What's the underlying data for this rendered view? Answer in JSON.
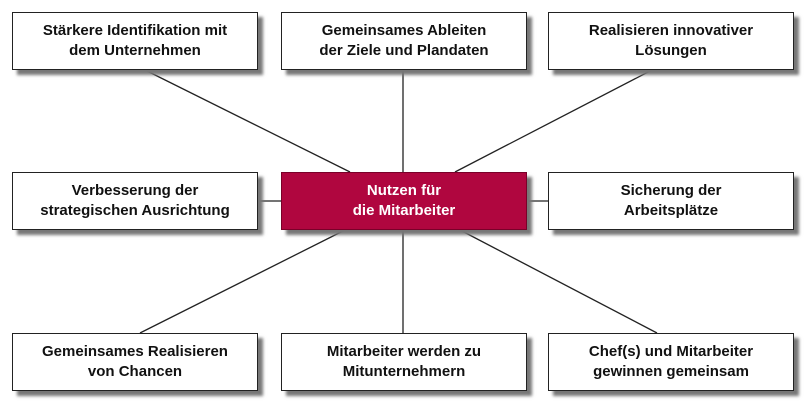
{
  "center": "Nutzen für\ndie Mitarbeiter",
  "colors": {
    "center": "#b0063f"
  },
  "nodes": {
    "top_left": "Stärkere Identifikation mit\ndem Unternehmen",
    "top_center": "Gemeinsames Ableiten\nder Ziele und Plandaten",
    "top_right": "Realisieren innovativer\nLösungen",
    "middle_left": "Verbesserung der\nstrategischen Ausrichtung",
    "middle_right": "Sicherung der\nArbeitsplätze",
    "bottom_left": "Gemeinsames Realisieren\nvon Chancen",
    "bottom_center": "Mitarbeiter werden zu\nMitunternehmern",
    "bottom_right": "Chef(s) und Mitarbeiter\ngewinnen gemeinsam"
  }
}
